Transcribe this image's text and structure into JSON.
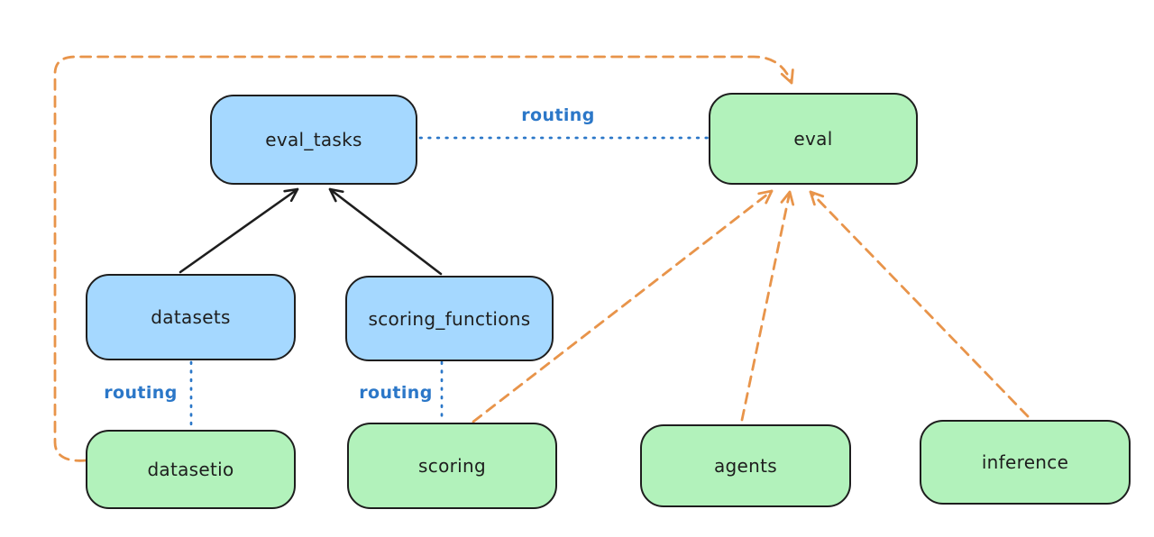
{
  "colors": {
    "background": "#ffffff",
    "blue_fill": "#a5d8ff",
    "green_fill": "#b2f2bb",
    "border": "#1e1e1e",
    "blue_line": "#2b77c8",
    "black_line": "#1e1e1e",
    "orange_line": "#e8944a"
  },
  "nodes": {
    "eval_tasks": {
      "label": "eval_tasks",
      "color": "blue"
    },
    "eval": {
      "label": "eval",
      "color": "green"
    },
    "datasets": {
      "label": "datasets",
      "color": "blue"
    },
    "scoring_functions": {
      "label": "scoring_functions",
      "color": "blue"
    },
    "datasetio": {
      "label": "datasetio",
      "color": "green"
    },
    "scoring": {
      "label": "scoring",
      "color": "green"
    },
    "agents": {
      "label": "agents",
      "color": "green"
    },
    "inference": {
      "label": "inference",
      "color": "green"
    }
  },
  "edge_labels": {
    "eval_tasks_to_eval": "routing",
    "datasets_to_datasetio": "routing",
    "scoring_functions_to_scoring": "routing"
  },
  "edges": [
    {
      "from": "datasets",
      "to": "eval_tasks",
      "style": "solid-black-arrow"
    },
    {
      "from": "scoring_functions",
      "to": "eval_tasks",
      "style": "solid-black-arrow"
    },
    {
      "from": "eval_tasks",
      "to": "eval",
      "style": "dotted-blue-line",
      "label": "routing"
    },
    {
      "from": "datasets",
      "to": "datasetio",
      "style": "dotted-blue-line",
      "label": "routing"
    },
    {
      "from": "scoring_functions",
      "to": "scoring",
      "style": "dotted-blue-line",
      "label": "routing"
    },
    {
      "from": "datasetio",
      "to": "eval",
      "style": "dashed-orange-arrow"
    },
    {
      "from": "scoring",
      "to": "eval",
      "style": "dashed-orange-arrow"
    },
    {
      "from": "agents",
      "to": "eval",
      "style": "dashed-orange-arrow"
    },
    {
      "from": "inference",
      "to": "eval",
      "style": "dashed-orange-arrow"
    }
  ]
}
